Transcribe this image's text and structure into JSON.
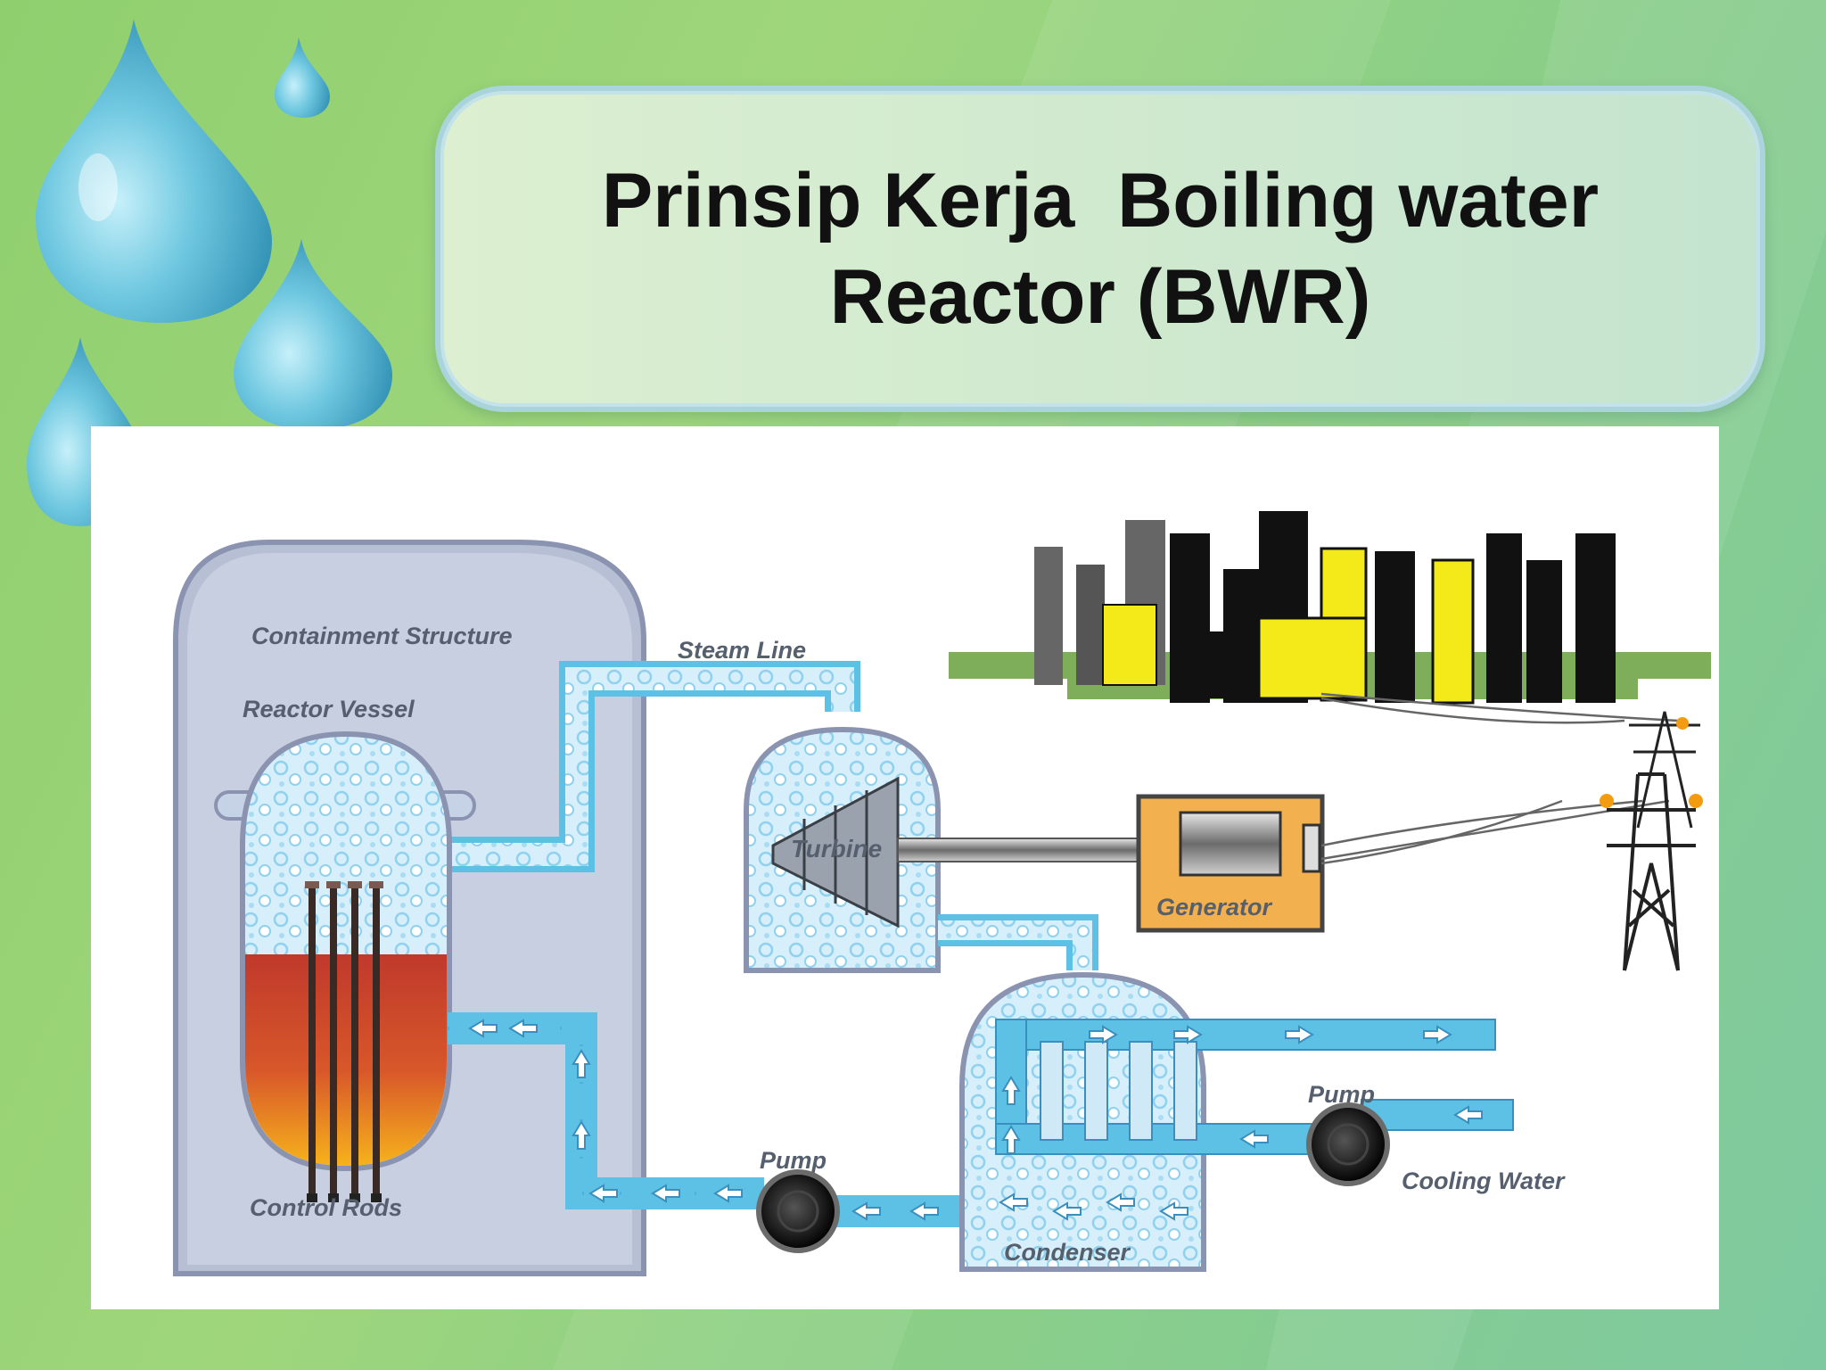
{
  "slide": {
    "title_lines": [
      "Prinsip Kerja  Boiling water",
      "Reactor (BWR)"
    ]
  },
  "diagram": {
    "labels": {
      "containment": "Containment Structure",
      "reactor_vessel": "Reactor Vessel",
      "control_rods": "Control Rods",
      "steam_line": "Steam Line",
      "turbine": "Turbine",
      "generator": "Generator",
      "pump_feed": "Pump",
      "pump_cooling": "Pump",
      "cooling_water": "Cooling Water",
      "condenser": "Condenser"
    }
  },
  "colors": {
    "background_green": "#9ad57a",
    "panel": "#d3ecd0",
    "water_blue": "#5dc1e6",
    "containment_gray": "#aab3c9",
    "core_red": "#c0392b",
    "core_orange": "#f39c12",
    "generator_orange": "#f3b04f",
    "city_yellow": "#f4ea1a"
  }
}
